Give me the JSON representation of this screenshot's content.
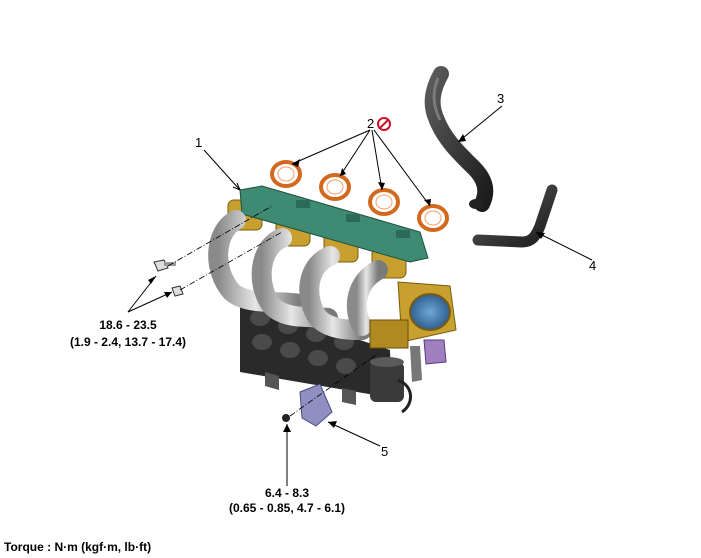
{
  "callouts": {
    "part_1": "1",
    "part_2": "2",
    "part_3": "3",
    "part_4": "4",
    "part_5": "5"
  },
  "torque_specs": {
    "bolts_upper": {
      "range": "18.6 - 23.5",
      "alt": "(1.9 - 2.4, 13.7 - 17.4)"
    },
    "bolt_lower": {
      "range": "6.4 - 8.3",
      "alt": "(0.65 - 0.85, 4.7 - 6.1)"
    }
  },
  "footer": {
    "units": "Torque : N·m (kgf·m, lb·ft)"
  },
  "icons": {
    "part_2_marker": "no-reuse-icon"
  },
  "colors": {
    "gasket": "#d2691e",
    "flange": "#3f8a72",
    "brass": "#c8a030",
    "runner": "#b9b9b9",
    "hose": "#2b2b2b",
    "sensor": "#8f8fc0",
    "no_reuse": "#d0102a"
  }
}
